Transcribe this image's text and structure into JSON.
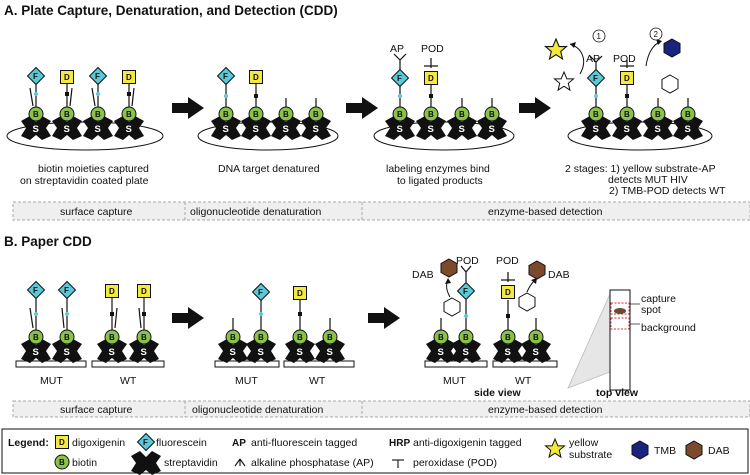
{
  "section_a": {
    "title": "A. Plate Capture, Denaturation, and Detection (CDD)",
    "caption1_line1": "biotin moieties captured",
    "caption1_line2": "on streptavidin coated plate",
    "caption2": "DNA target denatured",
    "caption3_line1": "labeling enzymes bind",
    "caption3_line2": "to ligated products",
    "caption4_line1": "2 stages: 1) yellow substrate-AP",
    "caption4_line2": "detects MUT HIV",
    "caption4_line3": "2) TMB-POD detects WT",
    "label_ap": "AP",
    "label_pod": "POD",
    "step_1": "1",
    "step_2": "2",
    "stages": [
      "surface capture",
      "oligonucleotide denaturation",
      "enzyme-based detection"
    ]
  },
  "section_b": {
    "title": "B. Paper CDD",
    "mut": "MUT",
    "wt": "WT",
    "label_dab": "DAB",
    "label_pod": "POD",
    "side_view": "side view",
    "top_view": "top view",
    "capture_line1": "capture",
    "capture_line2": "spot",
    "background": "background",
    "stages": [
      "surface capture",
      "oligonucleotide denaturation",
      "enzyme-based detection"
    ]
  },
  "glyphs": {
    "d": "D",
    "f": "F",
    "b": "B",
    "s": "S"
  },
  "legend": {
    "title": "Legend:",
    "digoxigenin": "digoxigenin",
    "biotin": "biotin",
    "fluorescein": "fluorescein",
    "streptavidin": "streptavidin",
    "ap_abbr": "AP",
    "ap_line1": "anti-fluorescein tagged",
    "ap_line2": "alkaline phosphatase (AP)",
    "hrp_abbr": "HRP",
    "hrp_line1": "anti-digoxigenin tagged",
    "hrp_line2": "peroxidase (POD)",
    "yellow_line1": "yellow",
    "yellow_line2": "substrate",
    "tmb": "TMB",
    "dab": "DAB"
  },
  "colors": {
    "biotin": "#8bc34a",
    "fluorescein": "#5bc8d8",
    "digoxigenin": "#f4e842",
    "tmb": "#1a237e",
    "dab": "#7b4a2c",
    "star": "#f6e83a",
    "stage_box": "#efefef",
    "spot": "#6b4a35"
  }
}
